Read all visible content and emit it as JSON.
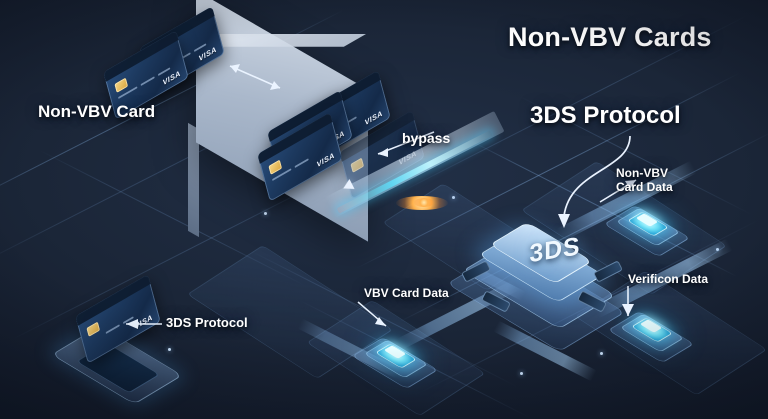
{
  "scene": {
    "title": "Non-VBV Cards",
    "background_color": "#172032",
    "accent_color": "#56dcf5",
    "card_color": "#1d3a60",
    "wall_color": "#bac6d6"
  },
  "labels": {
    "title": "Non-VBV Cards",
    "three_ds_protocol_top": "3DS Protocol",
    "non_vbv_card": "Non-VBV Card",
    "bypass": "bypass",
    "non_vbv_card_data": "Non-VBV\nCard Data",
    "verification_data": "Verificon Data",
    "vbv_card_data": "VBV Card Data",
    "three_ds_protocol_bottom": "3DS Protocol",
    "cube_text": "3DS"
  },
  "cards": {
    "brand": "VISA",
    "count_outside": 2,
    "count_through_wall": 3,
    "count_reader": 1
  },
  "nodes": {
    "non_vbv_data_node": "Non-VBV Card Data",
    "verification_node": "Verificon Data",
    "vbv_data_node": "VBV Card Data"
  }
}
